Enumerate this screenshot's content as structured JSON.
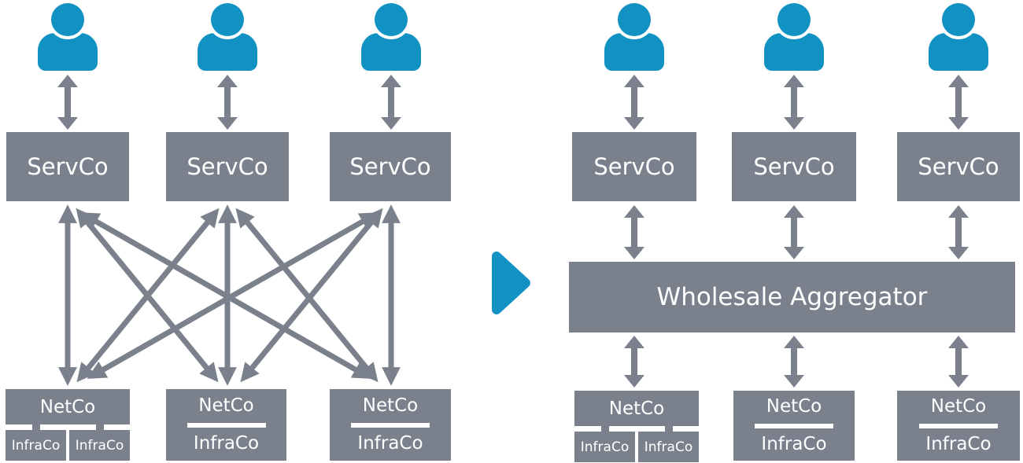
{
  "diagram": {
    "colors": {
      "accent_teal": "#1292c3",
      "box_gray": "#7b818c",
      "text_white": "#ffffff"
    },
    "left": {
      "user_icons": [
        "user-icon",
        "user-icon",
        "user-icon"
      ],
      "servco_boxes": [
        {
          "label": "ServCo"
        },
        {
          "label": "ServCo"
        },
        {
          "label": "ServCo"
        }
      ],
      "mesh_connections": [
        [
          "ServCo-1",
          "NetCo-1"
        ],
        [
          "ServCo-1",
          "NetCo-2"
        ],
        [
          "ServCo-1",
          "NetCo-3"
        ],
        [
          "ServCo-2",
          "NetCo-1"
        ],
        [
          "ServCo-2",
          "NetCo-2"
        ],
        [
          "ServCo-2",
          "NetCo-3"
        ],
        [
          "ServCo-3",
          "NetCo-1"
        ],
        [
          "ServCo-3",
          "NetCo-2"
        ],
        [
          "ServCo-3",
          "NetCo-3"
        ]
      ],
      "netco_groups": [
        {
          "type": "split",
          "netco_label": "NetCo",
          "infraco_labels": [
            "InfraCo",
            "InfraCo"
          ]
        },
        {
          "type": "combined",
          "netco_label": "NetCo",
          "infraco_label": "InfraCo"
        },
        {
          "type": "combined",
          "netco_label": "NetCo",
          "infraco_label": "InfraCo"
        }
      ]
    },
    "transition": {
      "icon": "right-triangle-arrow-icon"
    },
    "right": {
      "user_icons": [
        "user-icon",
        "user-icon",
        "user-icon"
      ],
      "servco_boxes": [
        {
          "label": "ServCo"
        },
        {
          "label": "ServCo"
        },
        {
          "label": "ServCo"
        }
      ],
      "aggregator": {
        "label": "Wholesale Aggregator"
      },
      "netco_groups": [
        {
          "type": "split",
          "netco_label": "NetCo",
          "infraco_labels": [
            "InfraCo",
            "InfraCo"
          ]
        },
        {
          "type": "combined",
          "netco_label": "NetCo",
          "infraco_label": "InfraCo"
        },
        {
          "type": "combined",
          "netco_label": "NetCo",
          "infraco_label": "InfraCo"
        }
      ]
    }
  }
}
